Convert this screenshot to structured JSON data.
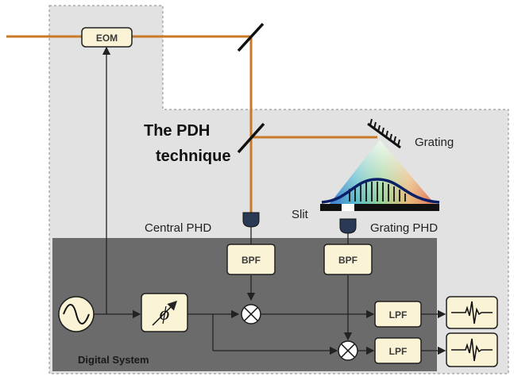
{
  "title": {
    "line1": "The PDH",
    "line2": "technique"
  },
  "labels": {
    "eom": "EOM",
    "grating": "Grating",
    "slit": "Slit",
    "central_phd": "Central  PHD",
    "grating_phd": "Grating PHD",
    "bpf_central": "BPF",
    "bpf_grating": "BPF",
    "lpf_top": "LPF",
    "lpf_bottom": "LPF",
    "digital_system": "Digital System"
  },
  "colors": {
    "beam": "#c87a2a",
    "outer_panel": "#e2e2e2",
    "digital_panel": "#6b6b6b",
    "box_fill": "#fbf3d6",
    "box_stroke": "#1f1f1f"
  }
}
